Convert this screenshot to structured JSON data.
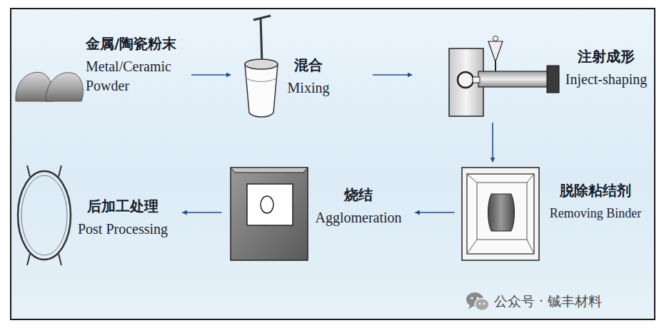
{
  "diagram": {
    "nodes": [
      {
        "text": [
          "金属/陶瓷粉末",
          "Metal/Ceramic Powder"
        ]
      },
      {
        "text": [
          "混合",
          "Mixing"
        ]
      },
      {
        "text": [
          "注射成形",
          "Inject-shaping"
        ]
      },
      {
        "text": [
          "脱除粘结剂",
          "Removing Binder"
        ]
      },
      {
        "text": [
          "烧结",
          "Agglomeration"
        ]
      },
      {
        "text": [
          "后加工处理",
          "Post Processing"
        ]
      }
    ],
    "edges": [
      {
        "from": 0,
        "to": 1,
        "arrow": "to"
      },
      {
        "from": 1,
        "to": 2,
        "arrow": "to"
      },
      {
        "from": 2,
        "to": 3,
        "arrow": "to"
      },
      {
        "from": 3,
        "to": 4,
        "arrow": "to"
      },
      {
        "from": 4,
        "to": 5,
        "arrow": "to"
      }
    ],
    "labels": [
      "公众号 · 铖丰材料"
    ]
  }
}
